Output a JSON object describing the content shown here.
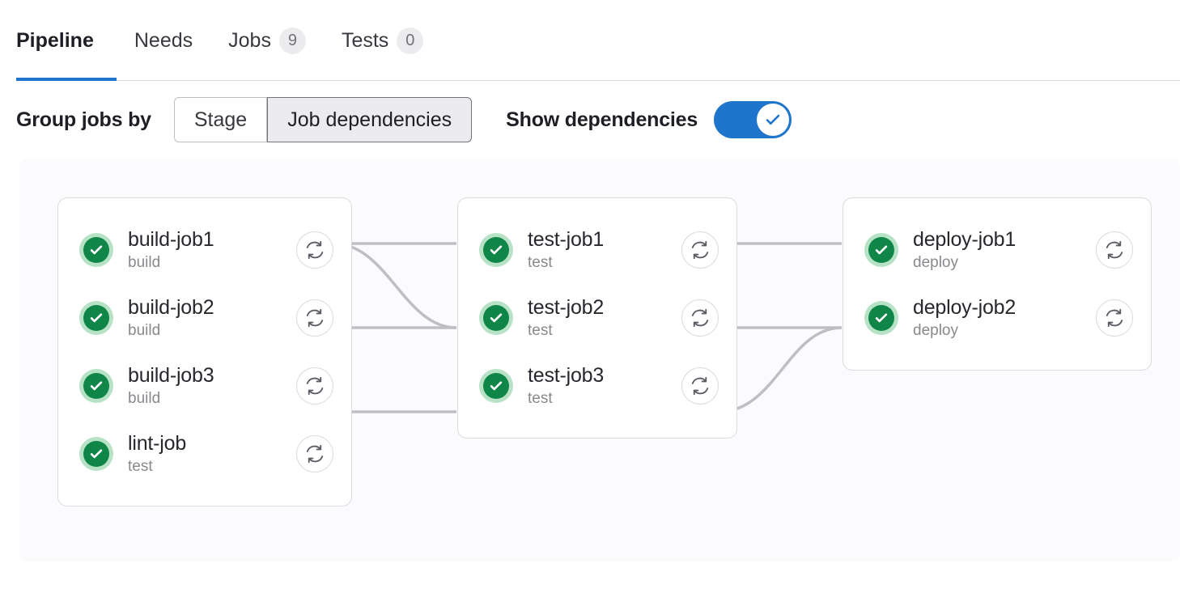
{
  "tabs": [
    {
      "label": "Pipeline",
      "badge": null,
      "active": true
    },
    {
      "label": "Needs",
      "badge": null,
      "active": false
    },
    {
      "label": "Jobs",
      "badge": "9",
      "active": false
    },
    {
      "label": "Tests",
      "badge": "0",
      "active": false
    }
  ],
  "controls": {
    "group_label": "Group jobs by",
    "segments": [
      {
        "label": "Stage",
        "selected": false
      },
      {
        "label": "Job dependencies",
        "selected": true
      }
    ],
    "toggle_label": "Show dependencies",
    "toggle_state": "on",
    "toggle_icon": "check-icon"
  },
  "icons": {
    "status": "status-success-icon",
    "retry": "retry-icon"
  },
  "colors": {
    "accent": "#1f75cb",
    "success": "#108548",
    "success_light": "#b7e2c6",
    "edge": "#bfbfc3",
    "graph_bg": "#fbfafd",
    "badge_bg": "#ececef",
    "text_primary": "#28272d",
    "text_muted": "#89888d"
  },
  "graph": {
    "columns": [
      {
        "id": "build",
        "jobs": [
          {
            "name": "build-job1",
            "stage": "build",
            "status": "success"
          },
          {
            "name": "build-job2",
            "stage": "build",
            "status": "success"
          },
          {
            "name": "build-job3",
            "stage": "build",
            "status": "success"
          },
          {
            "name": "lint-job",
            "stage": "test",
            "status": "success"
          }
        ]
      },
      {
        "id": "test",
        "jobs": [
          {
            "name": "test-job1",
            "stage": "test",
            "status": "success"
          },
          {
            "name": "test-job2",
            "stage": "test",
            "status": "success"
          },
          {
            "name": "test-job3",
            "stage": "test",
            "status": "success"
          }
        ]
      },
      {
        "id": "deploy",
        "jobs": [
          {
            "name": "deploy-job1",
            "stage": "deploy",
            "status": "success"
          },
          {
            "name": "deploy-job2",
            "stage": "deploy",
            "status": "success"
          }
        ]
      }
    ],
    "edges": [
      {
        "from": "build-job1",
        "to": "test-job1"
      },
      {
        "from": "build-job1",
        "to": "test-job2"
      },
      {
        "from": "build-job2",
        "to": "test-job2"
      },
      {
        "from": "build-job3",
        "to": "test-job3"
      },
      {
        "from": "test-job1",
        "to": "deploy-job1"
      },
      {
        "from": "test-job2",
        "to": "deploy-job2"
      },
      {
        "from": "test-job3",
        "to": "deploy-job2"
      }
    ]
  }
}
